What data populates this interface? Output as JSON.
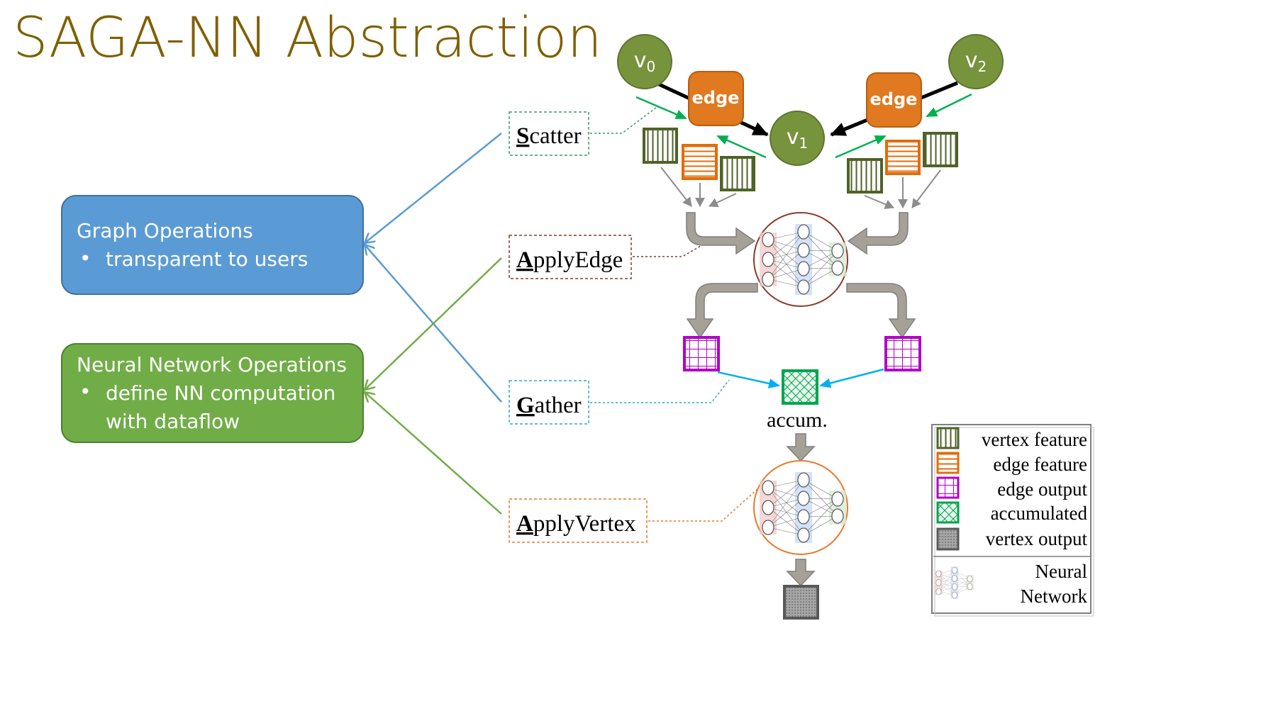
{
  "title": "SAGA-NN Abstraction",
  "boxes": {
    "graph": {
      "title": "Graph Operations",
      "bullet": "transparent to users",
      "color": "#5B9BD5"
    },
    "nn": {
      "title": "Neural Network Operations",
      "bullet_line1": "define NN computation",
      "bullet_line2": "with dataflow",
      "color": "#70AD47"
    }
  },
  "bullet_char": "•",
  "stages": {
    "scatter": {
      "initial": "S",
      "rest": "catter",
      "color": "#33A05F"
    },
    "applyedge": {
      "initial": "A",
      "rest": "pplyEdge",
      "color": "#8B3A2A"
    },
    "gather": {
      "initial": "G",
      "rest": "ather",
      "color": "#2AA7D8"
    },
    "applyvertex": {
      "initial": "A",
      "rest": "pplyVertex",
      "color": "#E87A2A"
    }
  },
  "graph": {
    "v0_label": "v",
    "v0_sub": "0",
    "v1_label": "v",
    "v1_sub": "1",
    "v2_label": "v",
    "v2_sub": "2",
    "edge_label": "edge",
    "accum_label": "accum."
  },
  "legend": {
    "items": [
      "vertex feature",
      "edge feature",
      "edge output",
      "accumulated",
      "vertex output"
    ],
    "nn_line1": "Neural",
    "nn_line2": "Network"
  },
  "colors": {
    "title": "#7F6000",
    "vertex_node": "#77933C",
    "edge_node": "#E0791F",
    "vertex_feature": "#4F6228",
    "edge_feature": "#E36C09",
    "edge_output": "#B200C8",
    "accumulated": "#00A550",
    "vertex_output": "#7F7F7F",
    "gray_arrow": "#A6A196",
    "green_arrow": "#00B050",
    "cyan_arrow": "#00B0F0"
  }
}
